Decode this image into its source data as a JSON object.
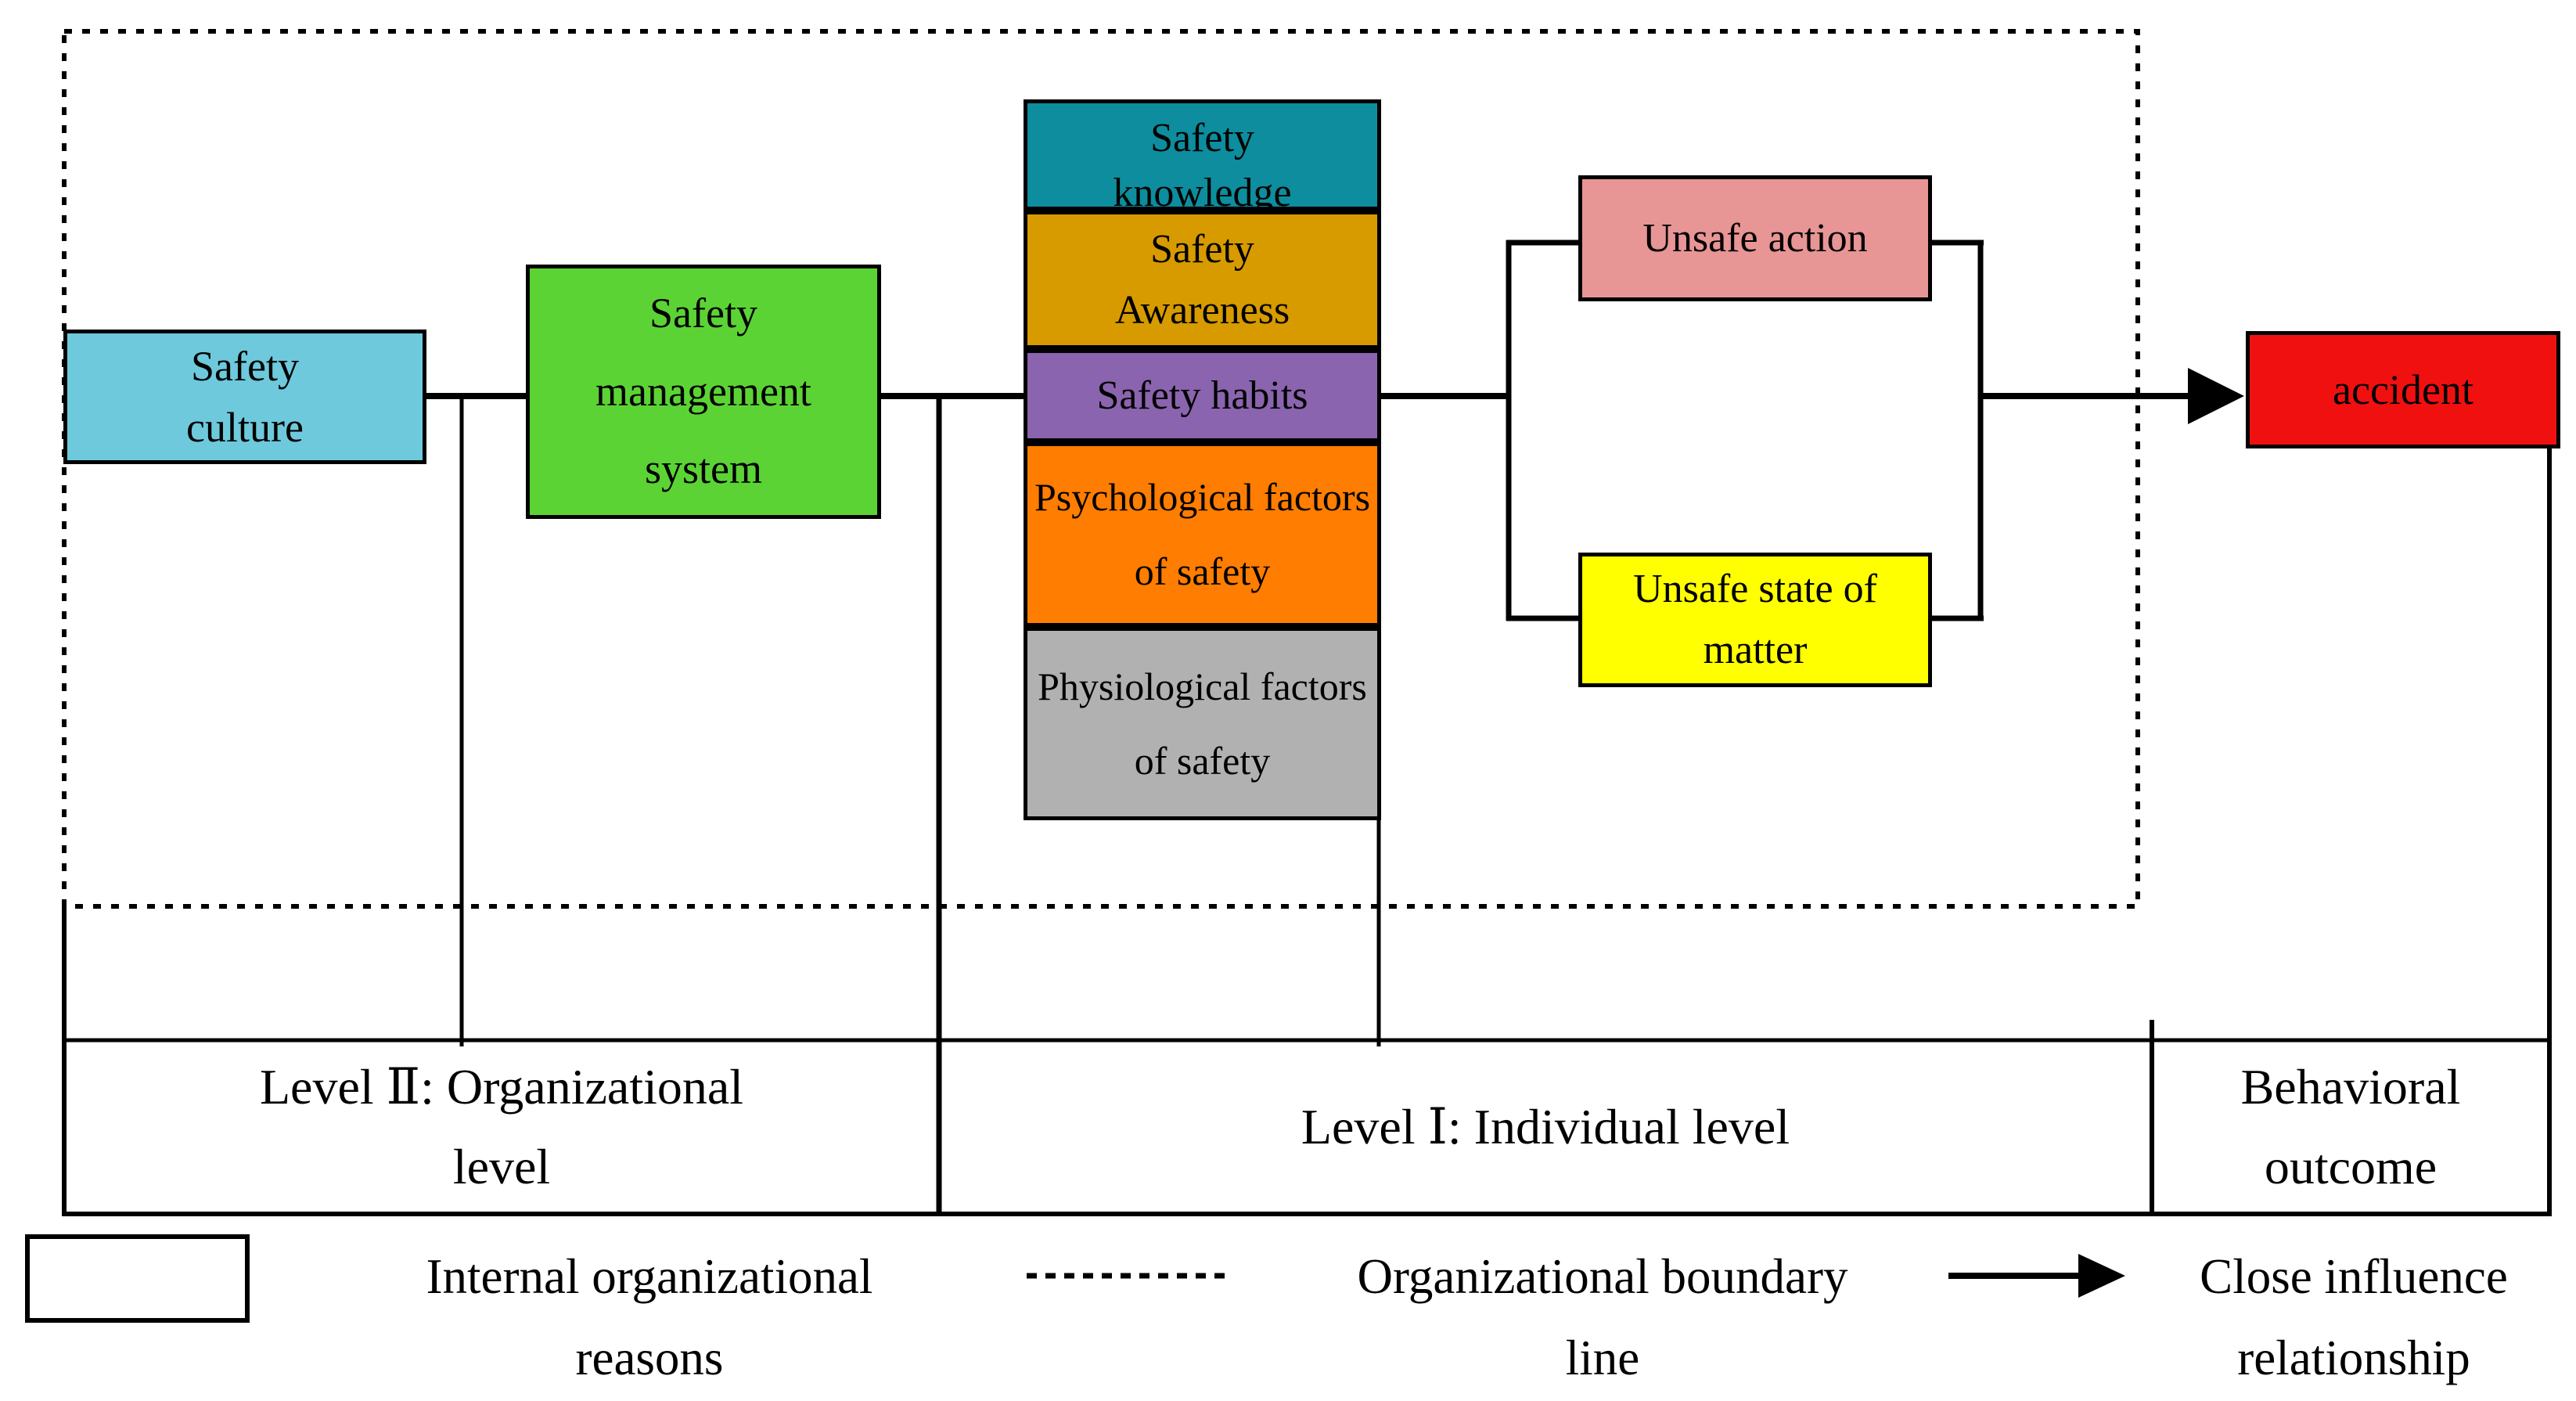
{
  "diagram": {
    "org_boxes": [
      {
        "label": "Safety culture",
        "color": "#6ec9dc"
      },
      {
        "label": "Safety management system",
        "color": "#5cd335"
      }
    ],
    "individual_stack": [
      {
        "label": "Safety knowledge",
        "color": "#0d8d9d"
      },
      {
        "label": "Safety Awareness",
        "color": "#d79b00"
      },
      {
        "label": "Safety habits",
        "color": "#8a64ae"
      },
      {
        "label": "Psychological factors of safety",
        "color": "#ff7d00"
      },
      {
        "label": "Physiological factors of safety",
        "color": "#b1b1b1"
      }
    ],
    "outcome_boxes": [
      {
        "label": "Unsafe action",
        "color": "#e89595"
      },
      {
        "label": "Unsafe state of matter",
        "color": "#ffff00"
      }
    ],
    "accident_box": {
      "label": "accident",
      "color": "#f01010"
    },
    "line_color": "#000000"
  },
  "levels_row": {
    "organizational": "Level Ⅱ: Organizational level",
    "individual": "Level Ⅰ: Individual level",
    "behavioral": "Behavioral outcome"
  },
  "legend": {
    "box_sample_color": "#ffffff",
    "internal_reasons": "Internal organizational reasons",
    "boundary_line": "Organizational boundary line",
    "influence": "Close influence relationship"
  }
}
